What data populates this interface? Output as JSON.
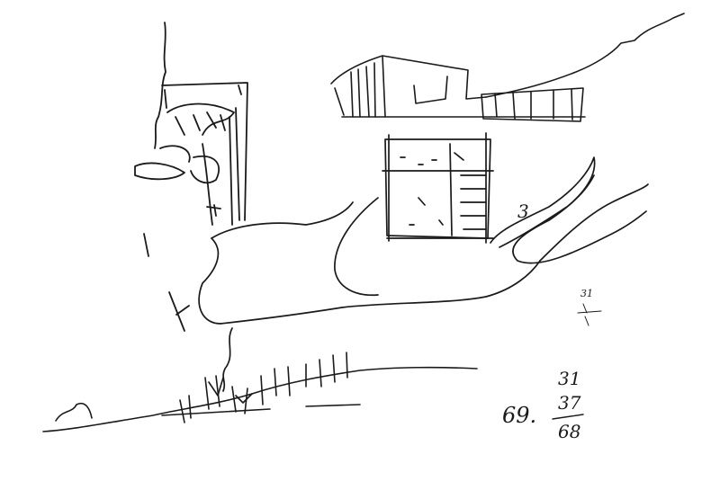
{
  "sketch": {
    "ink_color": "#1a1a1a",
    "paper_color": "#ffffff",
    "notes": {
      "small_top": "31",
      "number_3": "3",
      "left_number": "69.",
      "sum_top": "31",
      "sum_middle": "37",
      "sum_result": "68"
    }
  }
}
